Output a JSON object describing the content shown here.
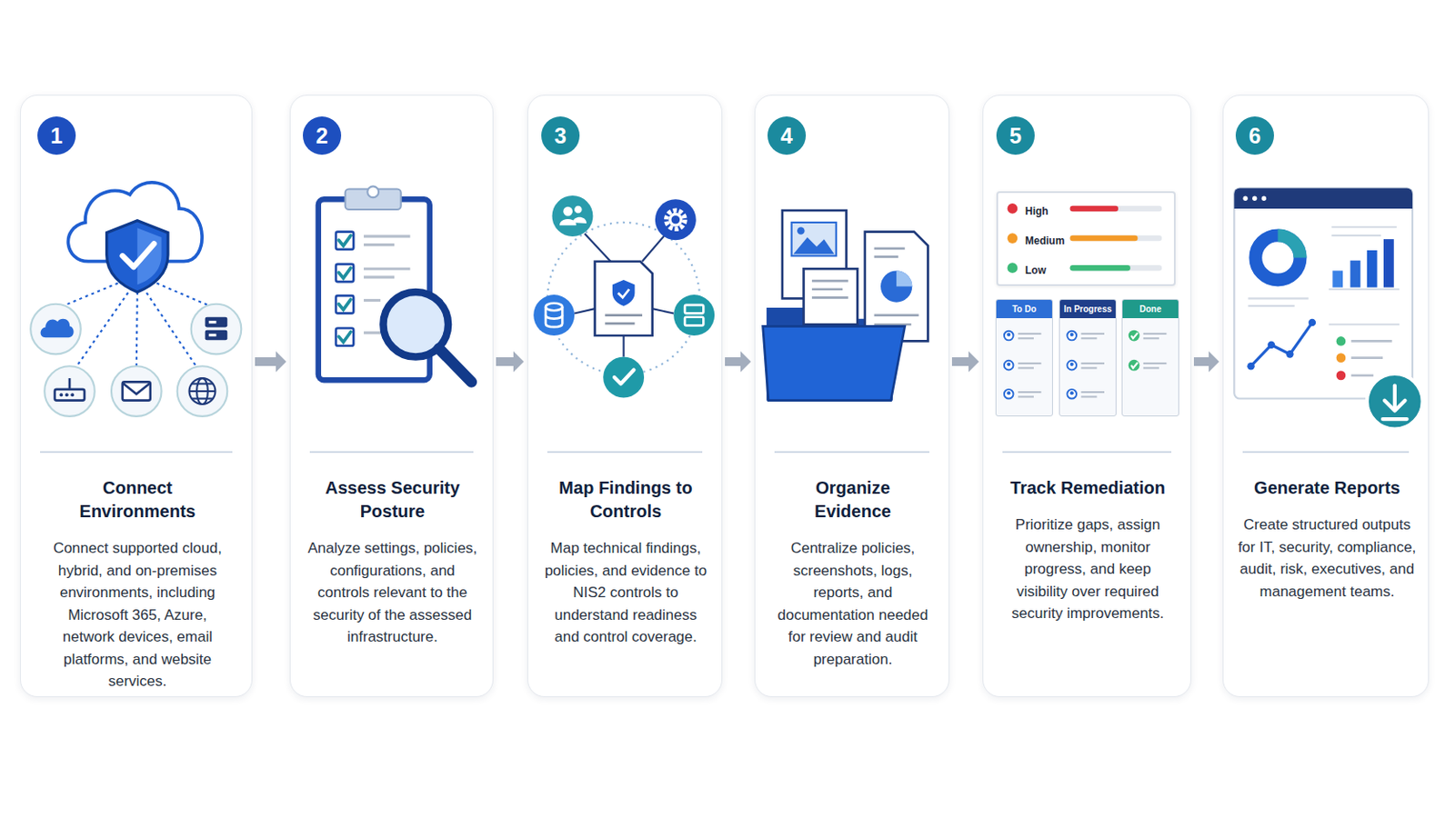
{
  "diagram": {
    "nodes": [
      {
        "text": [
          "Connect Environments",
          "Connect supported cloud, hybrid, and on-premises environments, including Microsoft 365, Azure, network devices, email platforms, and website services."
        ]
      },
      {
        "text": [
          "1"
        ],
        "in": 0
      },
      {
        "text": [
          "Assess Security Posture",
          "Analyze settings, policies, configurations, and controls relevant to the security of the assessed infrastructure."
        ]
      },
      {
        "text": [
          "2"
        ],
        "in": 2
      },
      {
        "text": [
          "Map Findings to Controls",
          "Map technical findings, policies, and evidence to NIS2 controls to understand readiness and control coverage."
        ]
      },
      {
        "text": [
          "3"
        ],
        "in": 4
      },
      {
        "text": [
          "Organize Evidence",
          "Centralize policies, screenshots, logs, reports, and documentation needed for review and audit preparation."
        ]
      },
      {
        "text": [
          "4"
        ],
        "in": 6
      },
      {
        "text": [
          "Track Remediation",
          "Prioritize gaps, assign ownership, monitor progress, and keep visibility over required security improvements."
        ]
      },
      {
        "text": [
          "5"
        ],
        "in": 8
      },
      {
        "text": [
          "High",
          "Medium",
          "Low"
        ],
        "in": 8
      },
      {
        "text": [
          "To Do"
        ],
        "in": 8
      },
      {
        "text": [
          "In Progress"
        ],
        "in": 8
      },
      {
        "text": [
          "Done"
        ],
        "in": 8
      },
      {
        "text": [
          "Generate Reports",
          "Create structured outputs for IT, security, compliance, audit, risk, executives, and management teams."
        ]
      },
      {
        "text": [
          "6"
        ],
        "in": 14
      }
    ],
    "edges": [
      {
        "from": 0,
        "to": 2,
        "arrow": "to"
      },
      {
        "from": 2,
        "to": 4,
        "arrow": "to"
      },
      {
        "from": 4,
        "to": 6,
        "arrow": "to"
      },
      {
        "from": 6,
        "to": 8,
        "arrow": "to"
      },
      {
        "from": 8,
        "to": 14,
        "arrow": "to"
      }
    ]
  }
}
